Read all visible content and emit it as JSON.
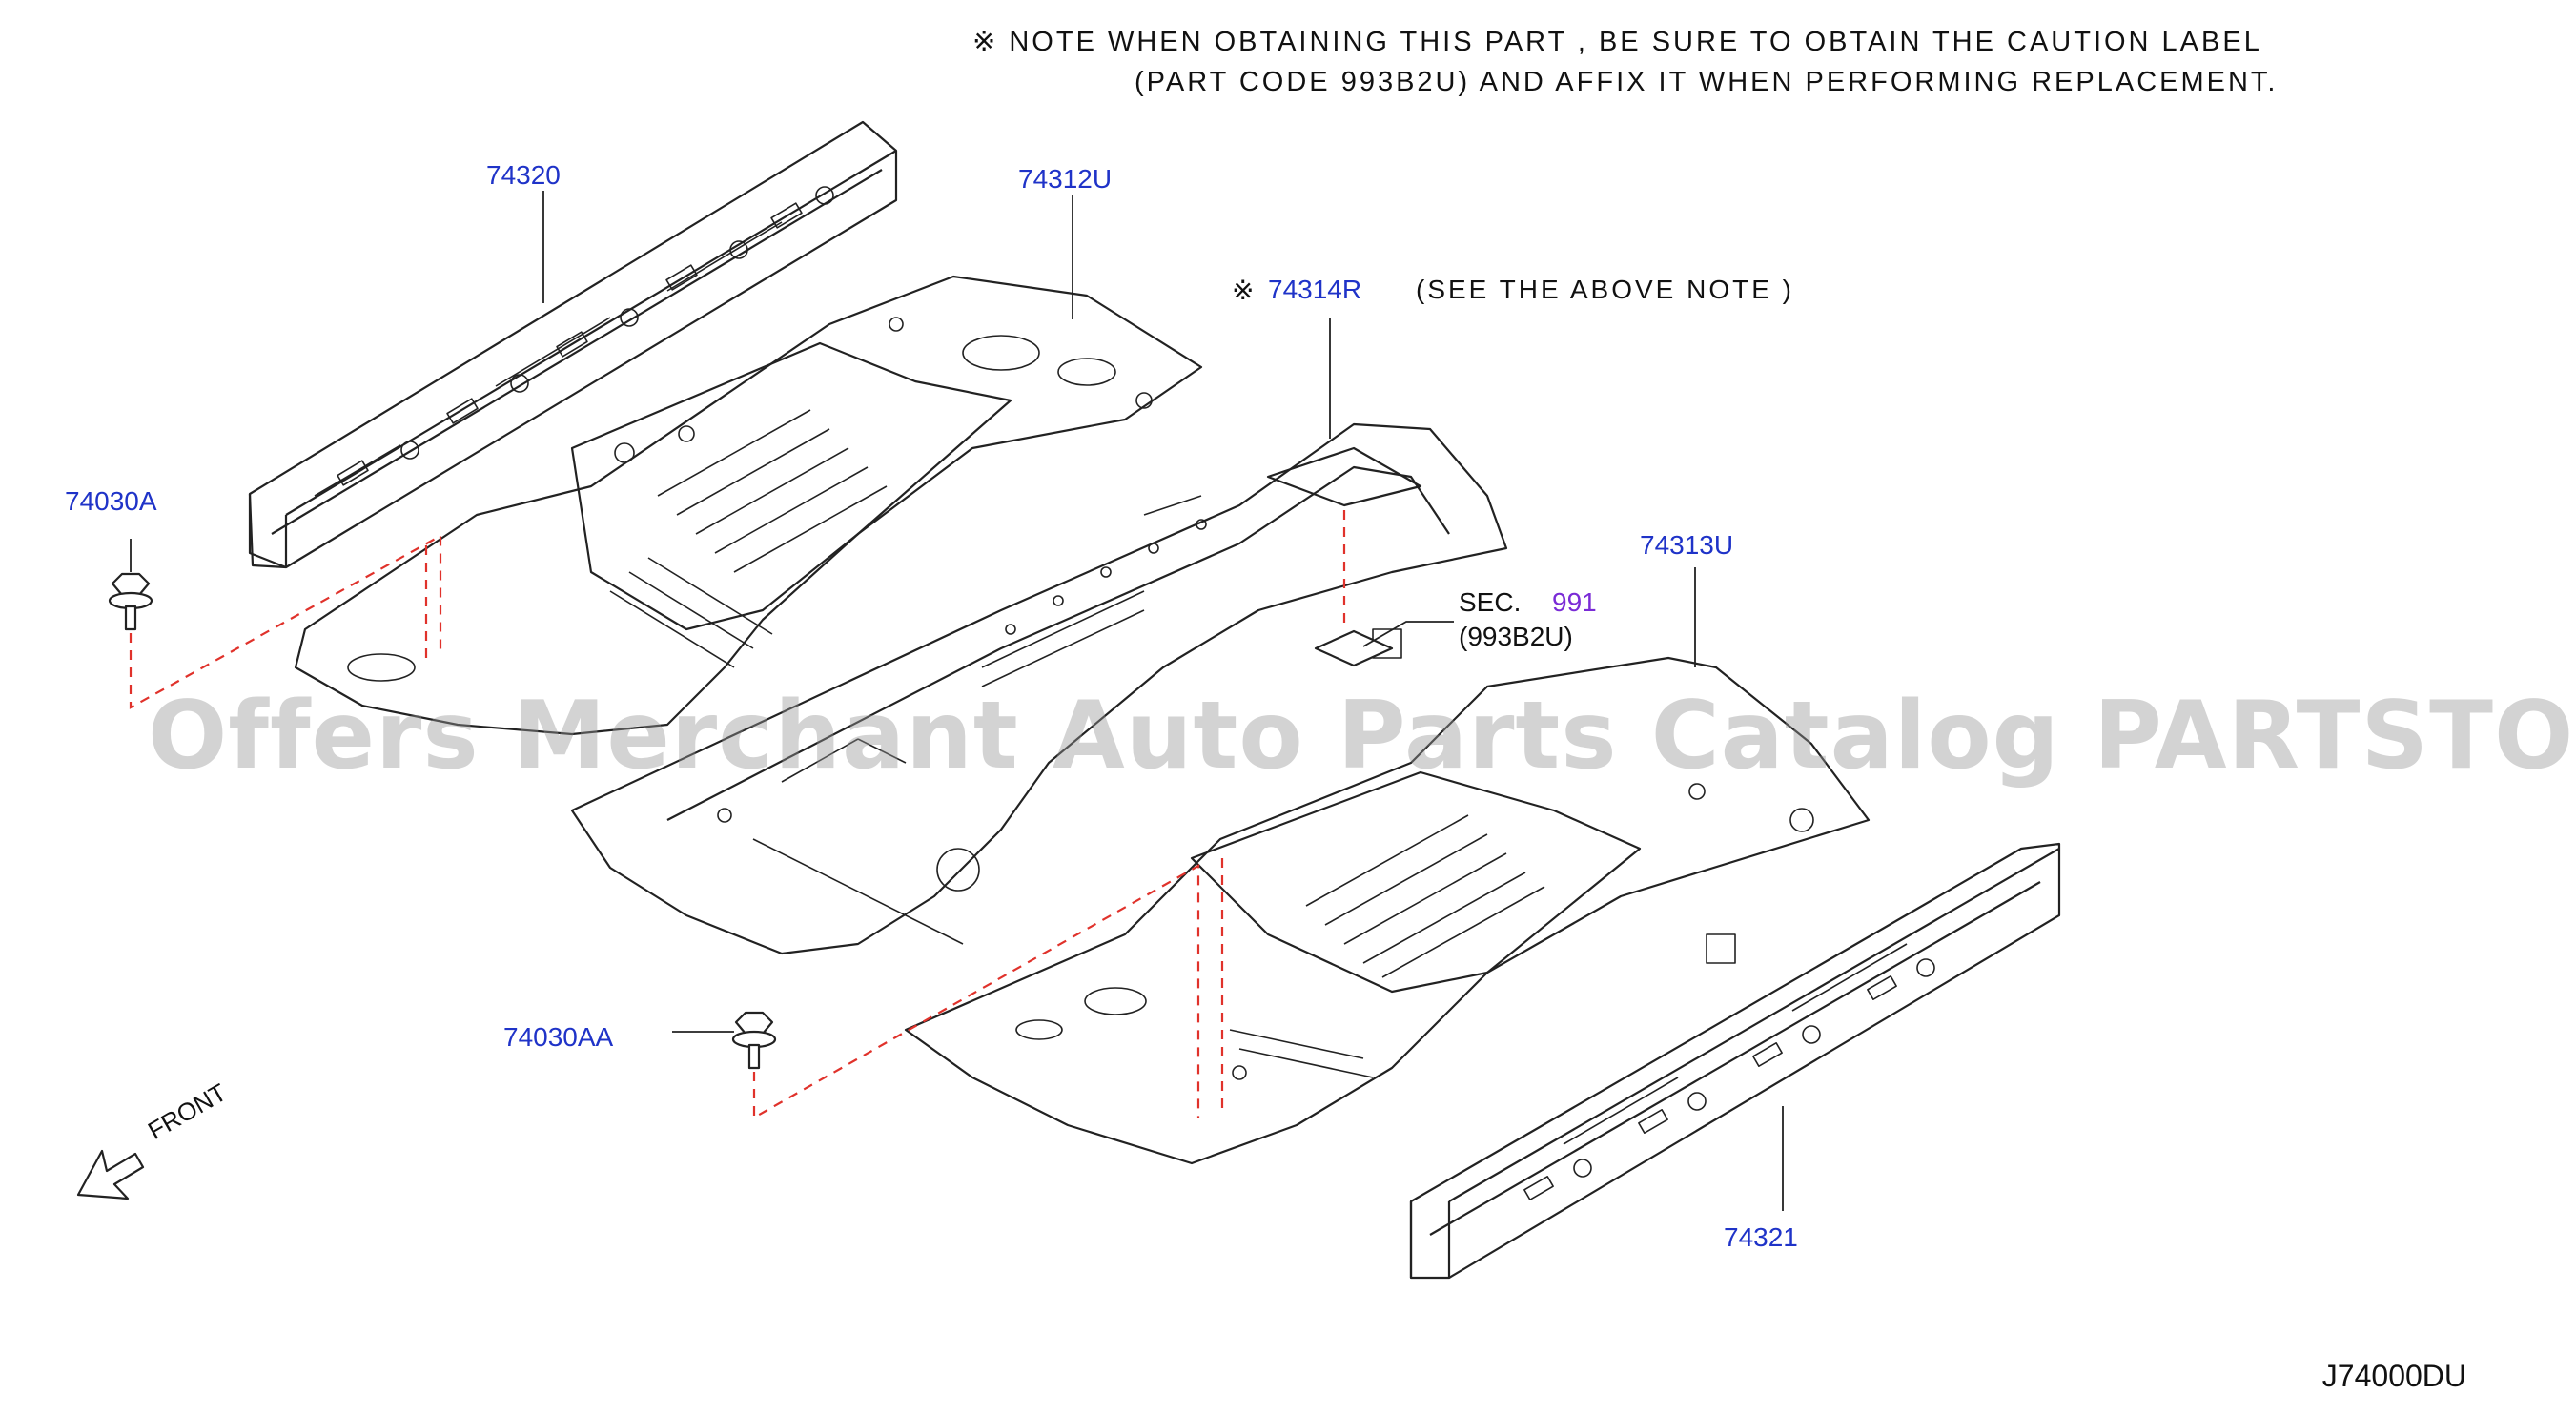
{
  "note": {
    "line1": "※ NOTE  WHEN OBTAINING THIS PART , BE SURE TO OBTAIN THE CAUTION LABEL",
    "line2": "(PART CODE 993B2U) AND AFFIX IT WHEN PERFORMING REPLACEMENT."
  },
  "parts": {
    "p74320": "74320",
    "p74312U": "74312U",
    "p74314R_mark": "※",
    "p74314R": "74314R",
    "p74314R_note": "(SEE THE ABOVE NOTE )",
    "p74030A": "74030A",
    "p74313U": "74313U",
    "sec_label": "SEC.",
    "sec_num": "991",
    "sec_code": "(993B2U)",
    "p74030AA": "74030AA",
    "p74321": "74321"
  },
  "front_label": "FRONT",
  "watermark": "Offers Merchant Auto Parts Catalog PARTSTORE.SA",
  "diagram_code": "J74000DU",
  "colors": {
    "part_number": "#1f33c8",
    "section_number": "#7a2bd6",
    "dashed_guide": "#e0322b",
    "line_art": "#222222"
  }
}
